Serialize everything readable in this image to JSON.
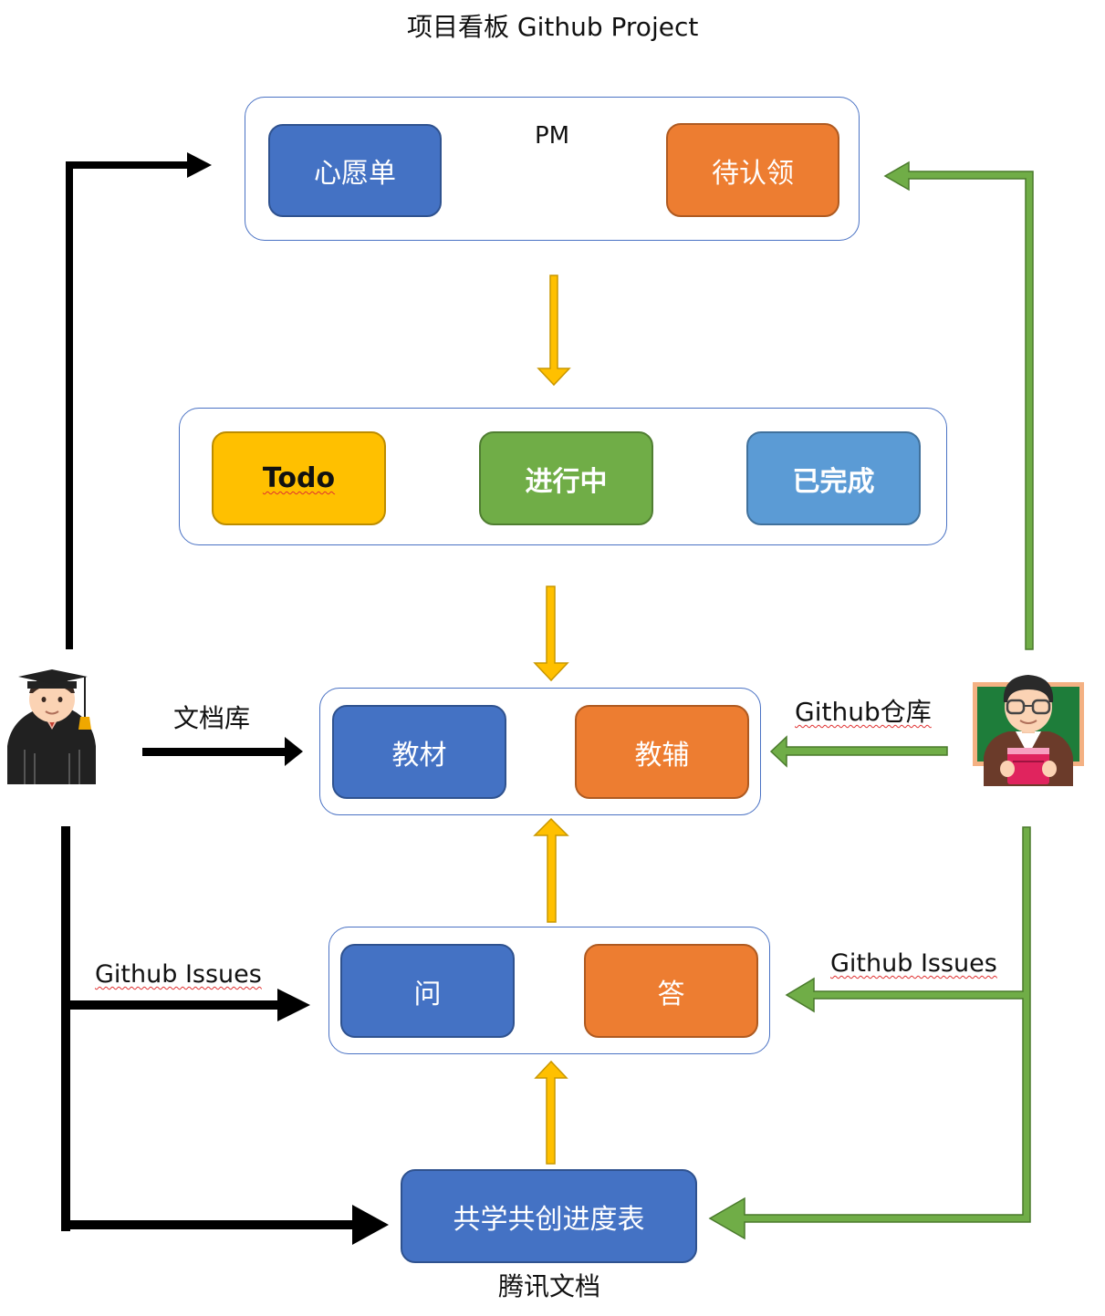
{
  "title": "项目看板 Github Project",
  "nodes": {
    "wishlist": "心愿单",
    "to_claim": "待认领",
    "todo": "Todo",
    "in_progress": "进行中",
    "done": "已完成",
    "textbook": "教材",
    "tutorial": "教辅",
    "question": "问",
    "answer": "答",
    "progress_sheet": "共学共创进度表"
  },
  "labels": {
    "pm": "PM",
    "doc_repo": "文档库",
    "github_repo": "Github仓库",
    "issues_left": "Github Issues",
    "issues_right": "Github Issues",
    "tencent_docs": "腾讯文档"
  },
  "icons": {
    "student": "graduate-student-icon",
    "teacher": "teacher-icon"
  },
  "colors": {
    "blue": "#4472c4",
    "orange": "#ed7d31",
    "yellow": "#ffc000",
    "green": "#70ad47",
    "light_blue": "#5b9bd5",
    "arrow_yellow": "#ffc000",
    "arrow_green": "#70ad47",
    "frame": "#4a72c4"
  }
}
